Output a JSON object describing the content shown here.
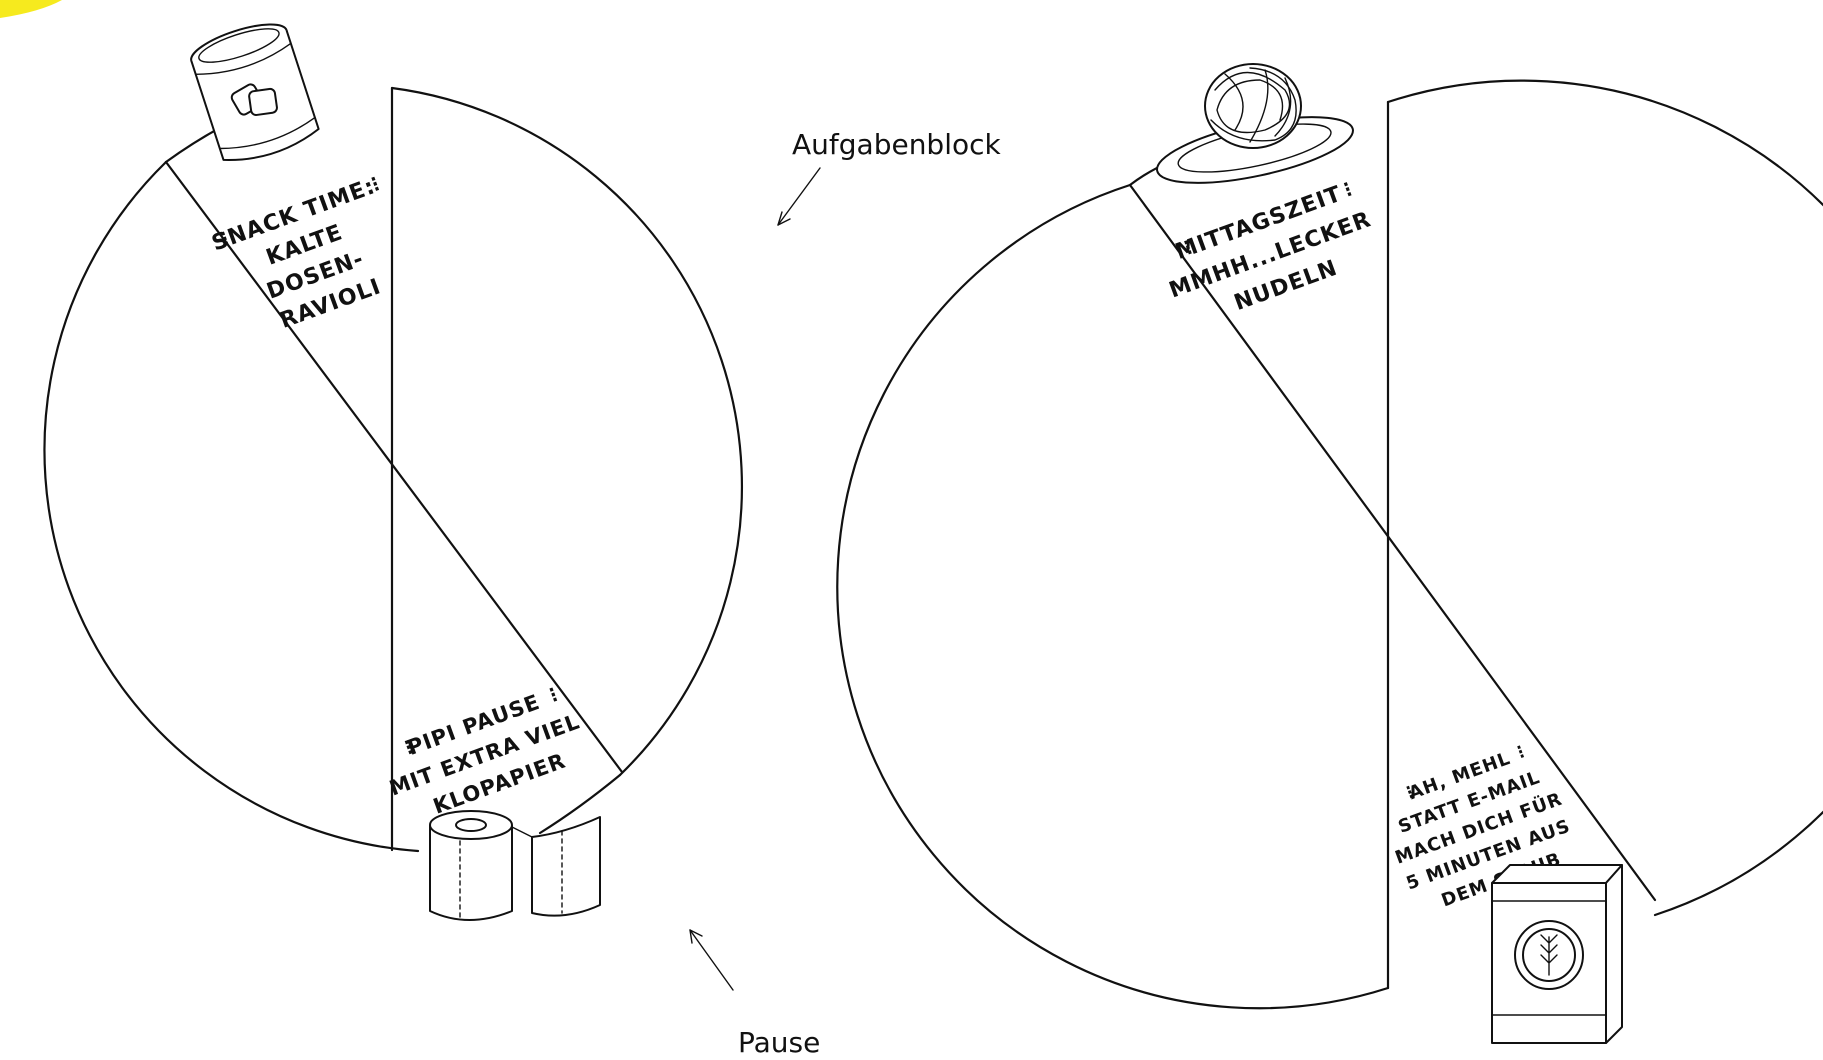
{
  "accent_color": "#f6ea1e",
  "left_clock": {
    "slices": [
      {
        "lines": [
          "SNACK TIME:",
          "KALTE",
          "DOSEN-",
          "RAVIOLI"
        ],
        "icon": "ravioli-can-icon"
      },
      {
        "lines": [
          "PIPI PAUSE",
          "MIT EXTRA VIEL",
          "KLOPAPIER"
        ],
        "icon": "toilet-paper-icon"
      }
    ],
    "annotations": {
      "block_label": "Aufgabenblock",
      "pause_label": "Pause"
    }
  },
  "right_clock": {
    "slices": [
      {
        "lines": [
          "MITTAGSZEIT",
          "MMHH...LECKER",
          "NUDELN"
        ],
        "icon": "noodles-plate-icon"
      },
      {
        "lines": [
          "AH, MEHL",
          "STATT E-MAIL",
          "MACH DICH FÜR",
          "5 MINUTEN AUS",
          "DEM STAUB"
        ],
        "icon": "flour-bag-icon"
      }
    ]
  }
}
